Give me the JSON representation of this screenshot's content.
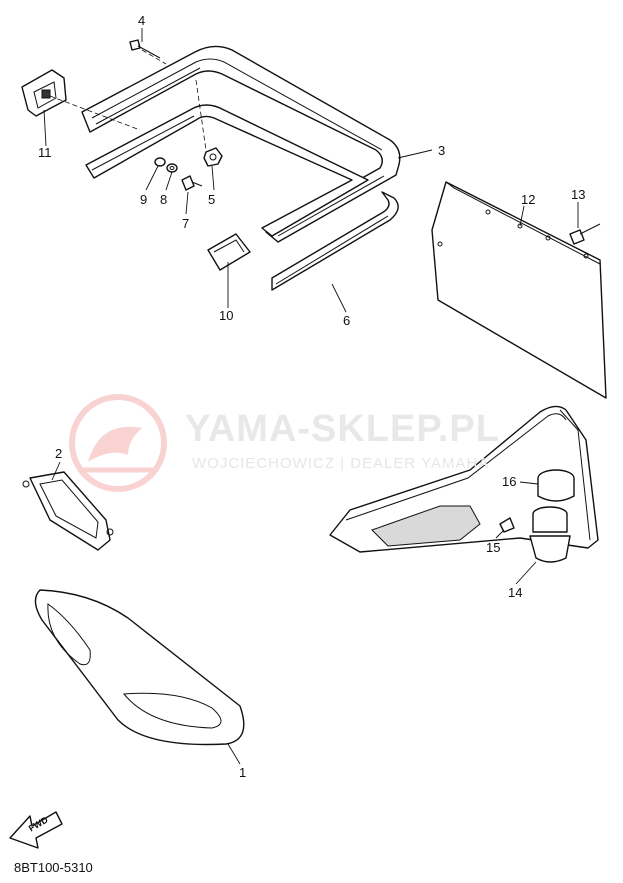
{
  "watermark": {
    "title": "YAMA-SKLEP.PL",
    "subtitle": "WOJCIECHOWICZ | DEALER YAMAHA",
    "logo_color": "#e53935"
  },
  "callouts": {
    "c1": "1",
    "c2": "2",
    "c3": "3",
    "c4": "4",
    "c5": "5",
    "c6": "6",
    "c7": "7",
    "c8": "8",
    "c9": "9",
    "c10": "10",
    "c11": "11",
    "c12": "12",
    "c13": "13",
    "c14": "14",
    "c15": "15",
    "c16": "16"
  },
  "forward_indicator": "FWD",
  "document_code": "8BT100-5310"
}
